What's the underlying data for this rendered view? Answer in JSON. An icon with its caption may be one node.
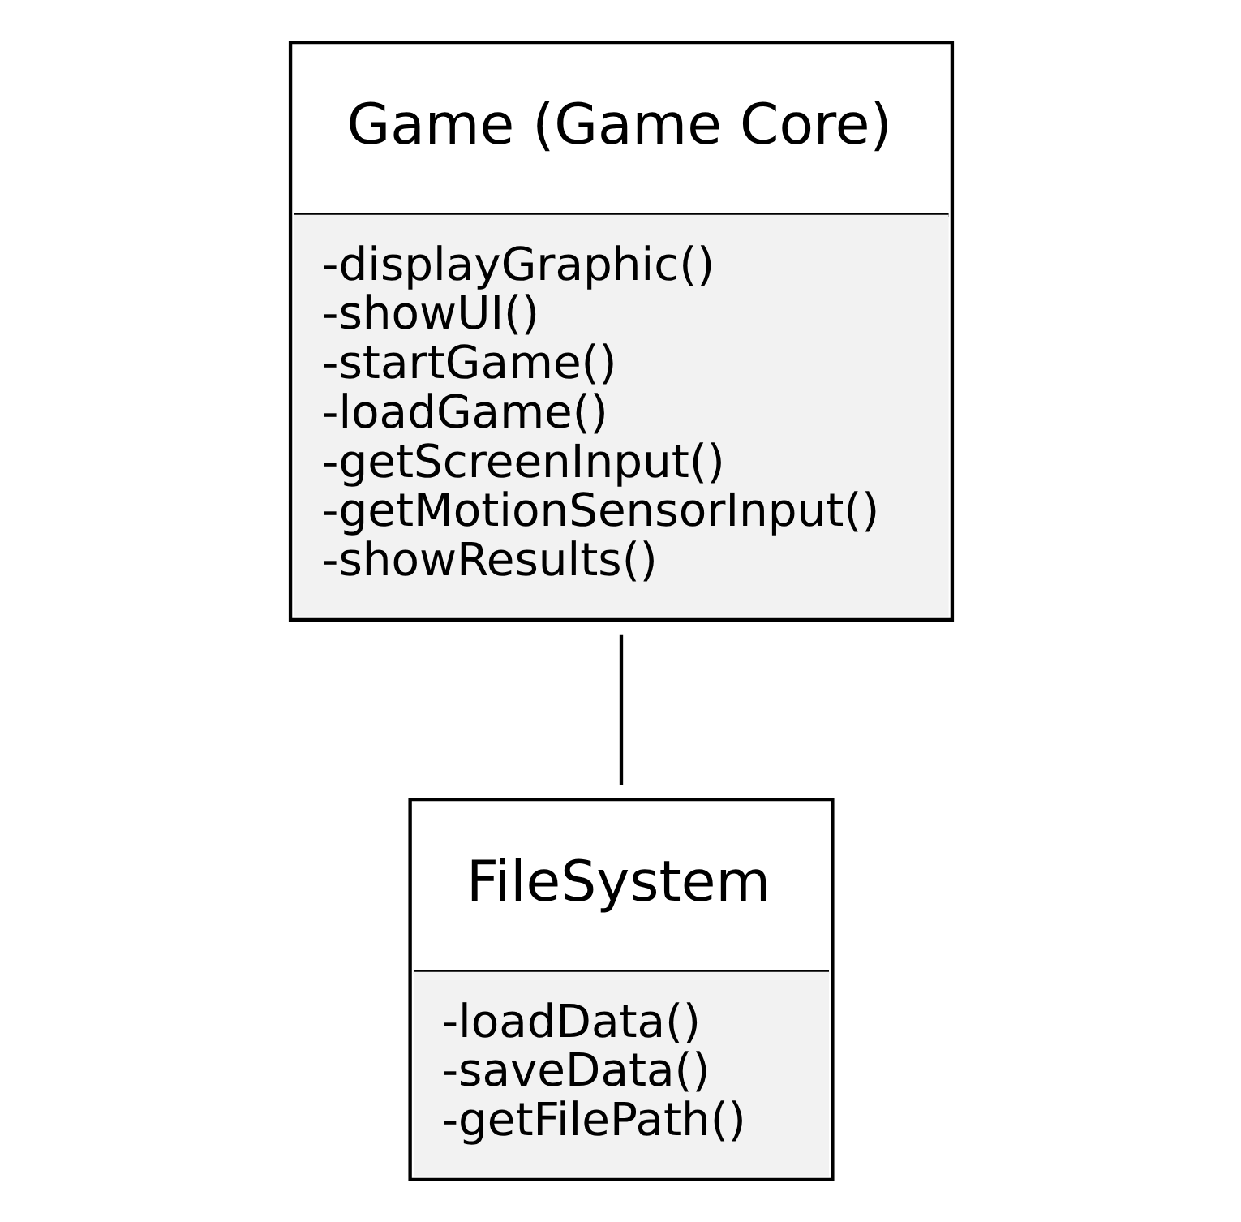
{
  "diagram": {
    "nodes": [
      {
        "text": [
          "Game (Game Core)",
          "-displayGraphic()",
          "-showUI()",
          "-startGame()",
          "-loadGame()",
          "-getScreenInput()",
          "-getMotionSensorInput()",
          "-showResults()"
        ]
      },
      {
        "text": [
          "FileSystem",
          "-loadData()",
          "-saveData()",
          "-getFilePath()"
        ]
      }
    ],
    "edges": [
      {
        "from": 0,
        "to": 1,
        "arrow": "none"
      }
    ]
  }
}
